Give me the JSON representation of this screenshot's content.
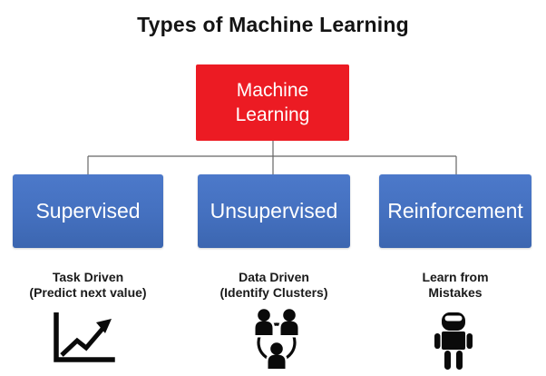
{
  "title": "Types of Machine Learning",
  "root": {
    "label": "Machine Learning"
  },
  "branches": [
    {
      "id": "supervised",
      "label": "Supervised",
      "caption_line1": "Task Driven",
      "caption_line2": "(Predict next value)",
      "icon": "line-chart-icon"
    },
    {
      "id": "unsupervised",
      "label": "Unsupervised",
      "caption_line1": "Data Driven",
      "caption_line2": "(Identify Clusters)",
      "icon": "people-cluster-icon"
    },
    {
      "id": "reinforcement",
      "label": "Reinforcement",
      "caption_line1": "Learn from",
      "caption_line2": "Mistakes",
      "icon": "robot-icon"
    }
  ],
  "colors": {
    "root_box": "#EC1B23",
    "branch_box_top": "#4C79CA",
    "branch_box_bottom": "#3C66B0",
    "connector": "#666666",
    "icon": "#0A0A0A",
    "box_text": "#FFFFFF",
    "title_text": "#141414"
  }
}
